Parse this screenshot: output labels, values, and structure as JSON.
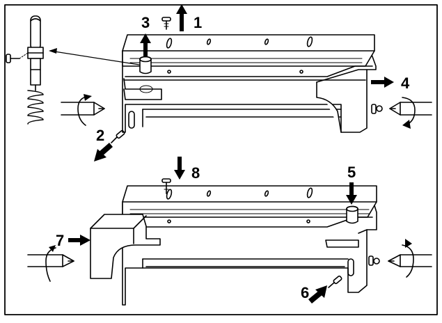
{
  "diagram": {
    "stroke_color": "#000000",
    "fill_color": "#ffffff",
    "steps": [
      {
        "id": "step-1",
        "label": "1",
        "direction": "up"
      },
      {
        "id": "step-2",
        "label": "2",
        "direction": "down-left"
      },
      {
        "id": "step-3",
        "label": "3",
        "direction": "up"
      },
      {
        "id": "step-4",
        "label": "4",
        "direction": "right"
      },
      {
        "id": "step-5",
        "label": "5",
        "direction": "down"
      },
      {
        "id": "step-6",
        "label": "6",
        "direction": "up-right"
      },
      {
        "id": "step-7",
        "label": "7",
        "direction": "right"
      },
      {
        "id": "step-8",
        "label": "8",
        "direction": "down"
      }
    ]
  }
}
